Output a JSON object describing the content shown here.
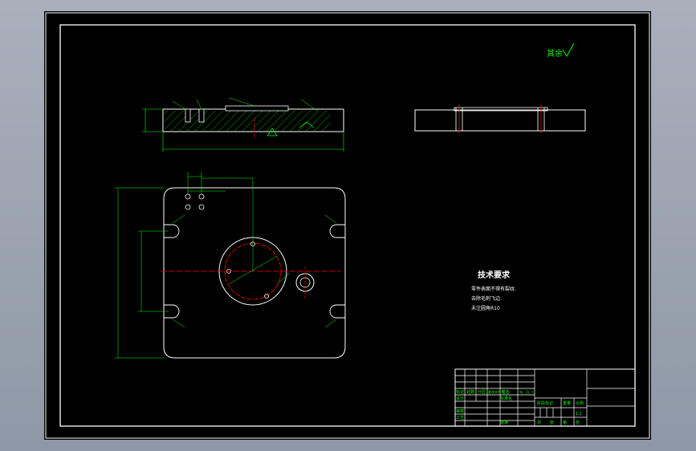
{
  "surface_roughness_note": "其余",
  "technical_requirements": {
    "heading": "技术要求",
    "items": [
      "零件表面不得有裂纹.",
      "去除毛刺飞边.",
      "未注圆角R10"
    ]
  },
  "title_block": {
    "labels": [
      "标记",
      "处数",
      "分区",
      "更改文件号",
      "签名",
      "年、月、日",
      "设计",
      "标准化",
      "审核",
      "工艺",
      "批准",
      "阶段标记",
      "重量",
      "比例",
      "共",
      "张",
      "第",
      "张"
    ],
    "scale": "1:1"
  },
  "colors": {
    "outline": "#ffffff",
    "dimension": "#00ff00",
    "centerline": "#ff0000",
    "hatch": "#00ff00",
    "background": "#000000"
  }
}
